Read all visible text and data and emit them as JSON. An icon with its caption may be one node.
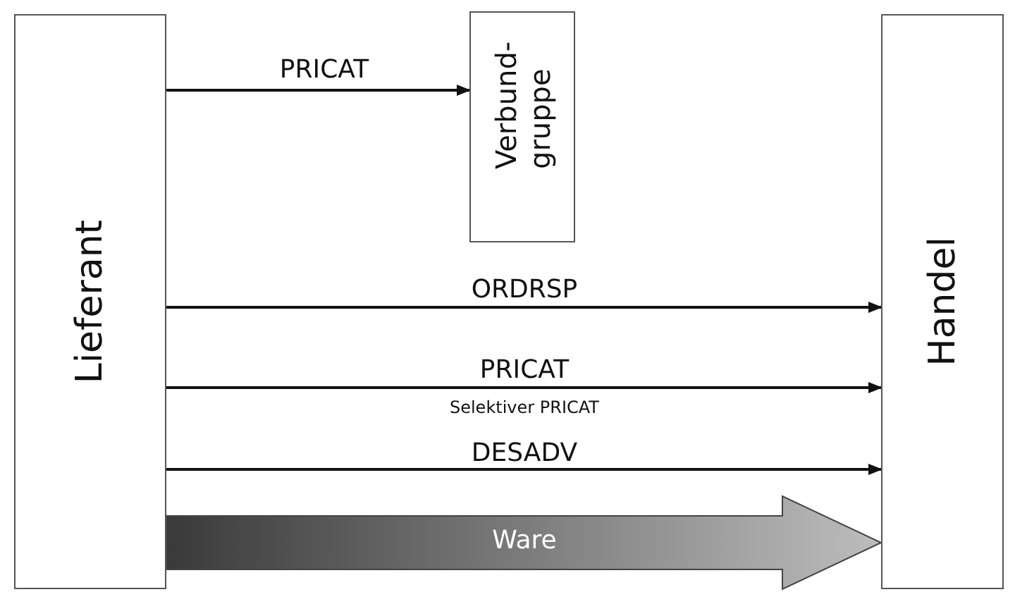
{
  "diagram": {
    "nodes": [
      {
        "text": [
          "Lieferant"
        ]
      },
      {
        "text": [
          "Verbund- gruppe"
        ]
      },
      {
        "text": [
          "Handel"
        ]
      }
    ],
    "edges": [
      {
        "from": 0,
        "to": 1,
        "arrow": "to",
        "label": "PRICAT"
      },
      {
        "from": 0,
        "to": 2,
        "arrow": "to",
        "label": "ORDRSP"
      },
      {
        "from": 0,
        "to": 2,
        "arrow": "to",
        "label": "PRICAT"
      },
      {
        "from": 0,
        "to": 2,
        "arrow": "to",
        "label": "DESADV"
      },
      {
        "from": 0,
        "to": 2,
        "arrow": "to",
        "label": "Ware",
        "style": "thick"
      }
    ],
    "labels": [
      "Selektiver PRICAT"
    ]
  }
}
